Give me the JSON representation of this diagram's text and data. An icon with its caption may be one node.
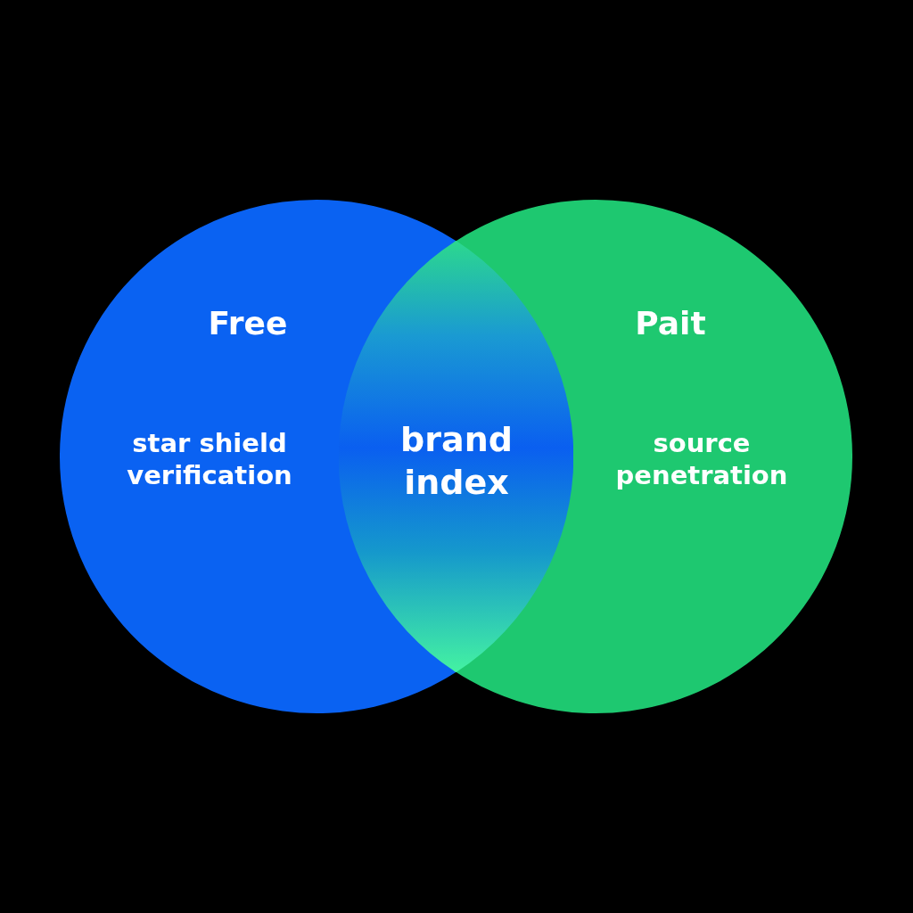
{
  "diagram": {
    "nodes": [
      {
        "text": [
          "Free",
          "star shield verification"
        ]
      },
      {
        "text": [
          "Pait",
          "source penetration"
        ]
      },
      {
        "text": [
          "brand index"
        ]
      }
    ]
  }
}
